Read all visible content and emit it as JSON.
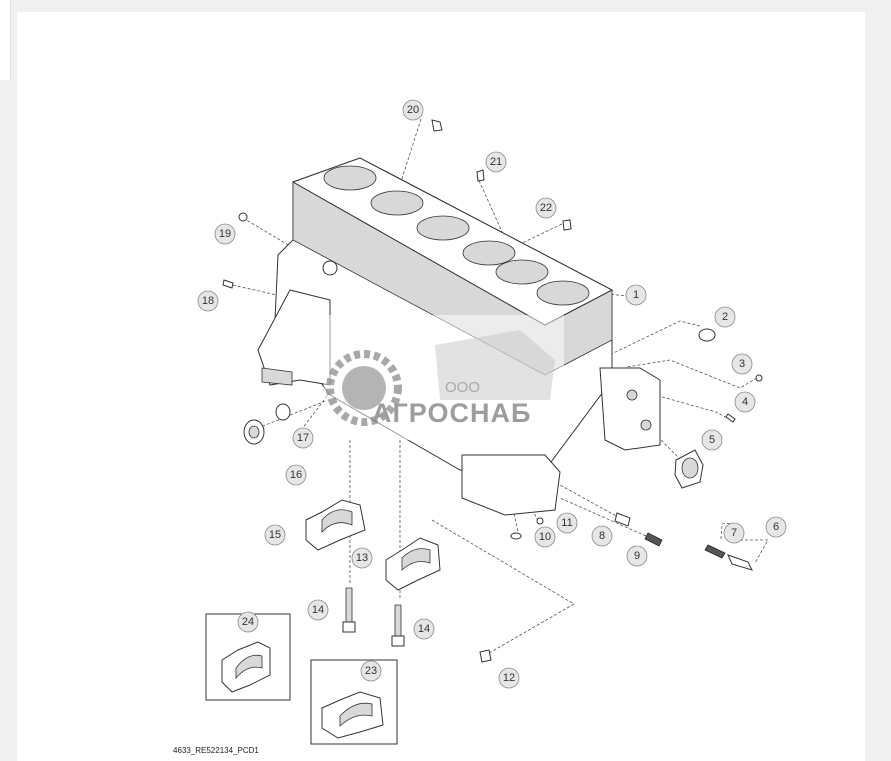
{
  "diagram": {
    "doc_code": "4633_RE522134_PCD1",
    "callouts": [
      {
        "id": "c1",
        "label": "1"
      },
      {
        "id": "c2",
        "label": "2"
      },
      {
        "id": "c3",
        "label": "3"
      },
      {
        "id": "c4",
        "label": "4"
      },
      {
        "id": "c5",
        "label": "5"
      },
      {
        "id": "c6",
        "label": "6"
      },
      {
        "id": "c7",
        "label": "7"
      },
      {
        "id": "c8",
        "label": "8"
      },
      {
        "id": "c9",
        "label": "9"
      },
      {
        "id": "c10",
        "label": "10"
      },
      {
        "id": "c11",
        "label": "11"
      },
      {
        "id": "c12",
        "label": "12"
      },
      {
        "id": "c13",
        "label": "13"
      },
      {
        "id": "c14a",
        "label": "14"
      },
      {
        "id": "c14b",
        "label": "14"
      },
      {
        "id": "c15",
        "label": "15"
      },
      {
        "id": "c16",
        "label": "16"
      },
      {
        "id": "c17",
        "label": "17"
      },
      {
        "id": "c18",
        "label": "18"
      },
      {
        "id": "c19",
        "label": "19"
      },
      {
        "id": "c20",
        "label": "20"
      },
      {
        "id": "c21",
        "label": "21"
      },
      {
        "id": "c22",
        "label": "22"
      },
      {
        "id": "c23",
        "label": "23"
      },
      {
        "id": "c24",
        "label": "24"
      }
    ]
  },
  "watermark": {
    "sub": "ООО",
    "main": "АГРОСНАБ"
  }
}
